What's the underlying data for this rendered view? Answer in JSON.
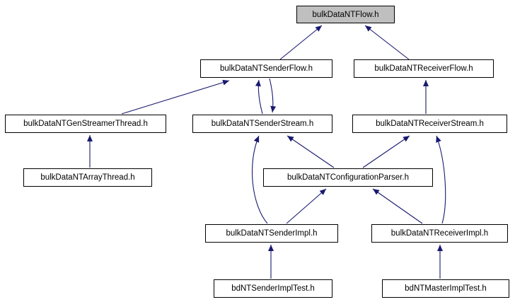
{
  "diagram": {
    "type": "include-dependency-graph",
    "edge_color": "#191970",
    "highlight_fill": "#bfbfbf",
    "node_fill": "#ffffff",
    "nodes": {
      "flow": {
        "label": "bulkDataNTFlow.h",
        "highlighted": true
      },
      "senderFlow": {
        "label": "bulkDataNTSenderFlow.h"
      },
      "receiverFlow": {
        "label": "bulkDataNTReceiverFlow.h"
      },
      "genStreamer": {
        "label": "bulkDataNTGenStreamerThread.h"
      },
      "senderStream": {
        "label": "bulkDataNTSenderStream.h"
      },
      "receiverStream": {
        "label": "bulkDataNTReceiverStream.h"
      },
      "arrayThread": {
        "label": "bulkDataNTArrayThread.h"
      },
      "configParser": {
        "label": "bulkDataNTConfigurationParser.h"
      },
      "senderImpl": {
        "label": "bulkDataNTSenderImpl.h"
      },
      "receiverImpl": {
        "label": "bulkDataNTReceiverImpl.h"
      },
      "senderImplTest": {
        "label": "bdNTSenderImplTest.h"
      },
      "masterImplTest": {
        "label": "bdNTMasterImplTest.h"
      }
    },
    "edges": [
      {
        "from": "bulkDataNTSenderFlow.h",
        "to": "bulkDataNTFlow.h"
      },
      {
        "from": "bulkDataNTReceiverFlow.h",
        "to": "bulkDataNTFlow.h"
      },
      {
        "from": "bulkDataNTGenStreamerThread.h",
        "to": "bulkDataNTSenderFlow.h"
      },
      {
        "from": "bulkDataNTSenderStream.h",
        "to": "bulkDataNTSenderFlow.h"
      },
      {
        "from": "bulkDataNTSenderFlow.h",
        "to": "bulkDataNTSenderStream.h"
      },
      {
        "from": "bulkDataNTReceiverStream.h",
        "to": "bulkDataNTReceiverFlow.h"
      },
      {
        "from": "bulkDataNTArrayThread.h",
        "to": "bulkDataNTGenStreamerThread.h"
      },
      {
        "from": "bulkDataNTConfigurationParser.h",
        "to": "bulkDataNTSenderStream.h"
      },
      {
        "from": "bulkDataNTConfigurationParser.h",
        "to": "bulkDataNTReceiverStream.h"
      },
      {
        "from": "bulkDataNTSenderImpl.h",
        "to": "bulkDataNTSenderStream.h"
      },
      {
        "from": "bulkDataNTSenderImpl.h",
        "to": "bulkDataNTConfigurationParser.h"
      },
      {
        "from": "bulkDataNTReceiverImpl.h",
        "to": "bulkDataNTReceiverStream.h"
      },
      {
        "from": "bulkDataNTReceiverImpl.h",
        "to": "bulkDataNTConfigurationParser.h"
      },
      {
        "from": "bdNTSenderImplTest.h",
        "to": "bulkDataNTSenderImpl.h"
      },
      {
        "from": "bdNTMasterImplTest.h",
        "to": "bulkDataNTReceiverImpl.h"
      }
    ]
  }
}
